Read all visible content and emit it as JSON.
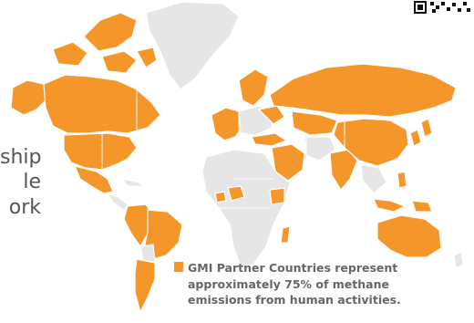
{
  "left_text": [
    "ship",
    "le",
    "ork"
  ],
  "legend": {
    "lines": [
      "GMI Partner Countries represent",
      "approximately 75% of methane",
      "emissions from human activities."
    ],
    "color": "#f5962a"
  },
  "colors": {
    "partner": "#f5962a",
    "non_partner": "#e6e6e6",
    "text": "#666666"
  },
  "icons": [
    "qr-code-icon"
  ]
}
